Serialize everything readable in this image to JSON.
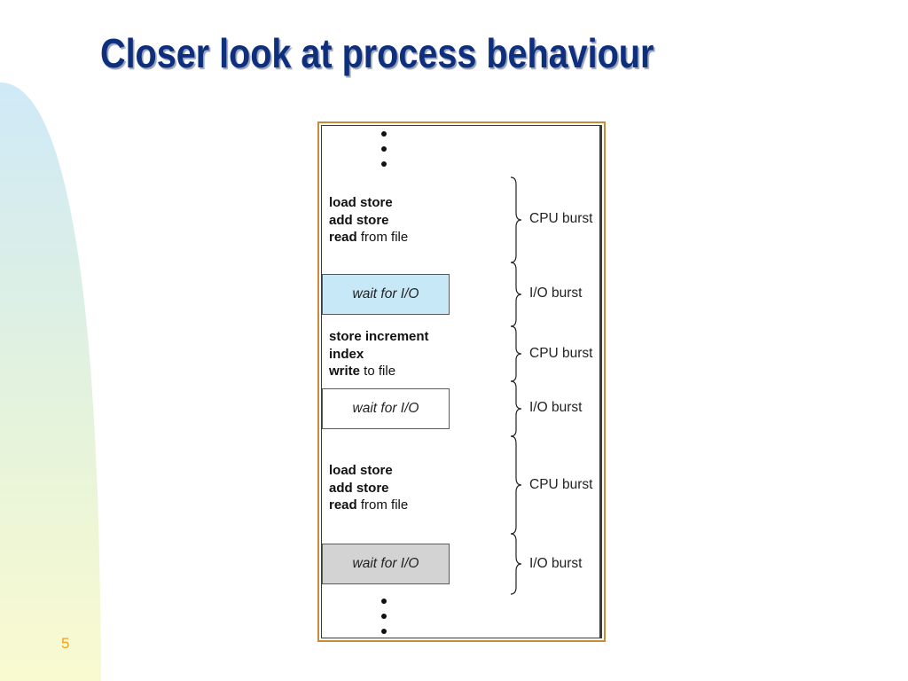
{
  "slide": {
    "title": "Closer look at process behaviour",
    "page_number": "5"
  },
  "diagram": {
    "segments": [
      {
        "type": "cpu",
        "lines": [
          {
            "bold": "load store",
            "rest": ""
          },
          {
            "bold": "add store",
            "rest": ""
          },
          {
            "bold": "read",
            "rest": " from file"
          }
        ],
        "burst_label": "CPU burst"
      },
      {
        "type": "io",
        "box_text": "wait for I/O",
        "box_color": "#c6e8f7",
        "burst_label": "I/O burst"
      },
      {
        "type": "cpu",
        "lines": [
          {
            "bold": "store increment",
            "rest": ""
          },
          {
            "bold": "index",
            "rest": ""
          },
          {
            "bold": "write",
            "rest": " to file"
          }
        ],
        "burst_label": "CPU burst"
      },
      {
        "type": "io",
        "box_text": "wait for I/O",
        "box_color": "#ffffff",
        "burst_label": "I/O burst"
      },
      {
        "type": "cpu",
        "lines": [
          {
            "bold": "load store",
            "rest": ""
          },
          {
            "bold": "add store",
            "rest": ""
          },
          {
            "bold": "read",
            "rest": " from file"
          }
        ],
        "burst_label": "CPU burst"
      },
      {
        "type": "io",
        "box_text": "wait for I/O",
        "box_color": "#d3d3d3",
        "burst_label": "I/O burst"
      }
    ]
  }
}
